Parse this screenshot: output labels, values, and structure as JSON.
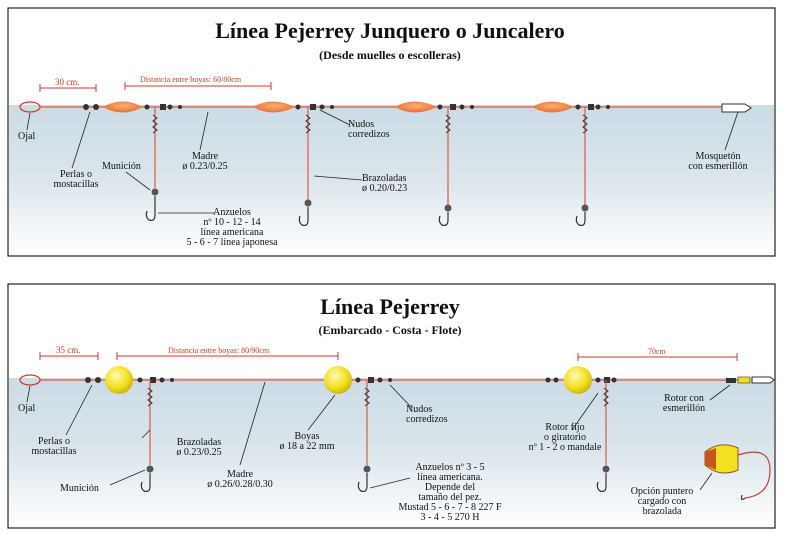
{
  "top": {
    "title": "Línea Pejerrey Junquero o Juncalero",
    "subtitle": "(Desde muelles o escolleras)",
    "dim_30": "30 cm.",
    "dim_boyas": "Distancia entre boyas: 60/80cm",
    "ojal": "Ojal",
    "perlas": [
      "Perlas o",
      "mostacillas"
    ],
    "municion": "Munición",
    "madre": [
      "Madre",
      "ø 0.23/0.25"
    ],
    "nudos": [
      "Nudos",
      "corredizos"
    ],
    "brazoladas": [
      "Brazoladas",
      "ø 0.20/0.23"
    ],
    "anzuelos": [
      "Anzuelos",
      "nº 10 - 12 - 14",
      "línea americana",
      "5 - 6 - 7 línea japonesa"
    ],
    "mosqueton": [
      "Mosquetón",
      "con esmerillón"
    ]
  },
  "bottom": {
    "title": "Línea Pejerrey",
    "subtitle": "(Embarcado - Costa - Flote)",
    "dim_35": "35 cm.",
    "dim_boyas": "Distancia entre boyas: 80/90cm",
    "dim_70": "70cm",
    "ojal": "Ojal",
    "perlas": [
      "Perlas o",
      "mostacillas"
    ],
    "brazoladas": [
      "Brazoladas",
      "ø 0.23/0.25"
    ],
    "municion": "Munición",
    "madre": [
      "Madre",
      "ø 0.26/0.28/0.30"
    ],
    "boyas": [
      "Boyas",
      "ø 18 a 22 mm"
    ],
    "nudos": [
      "Nudos",
      "corredizos"
    ],
    "anzuelos": [
      "Anzuelos nº 3 - 5",
      "línea americana.",
      "Depende del",
      "tamaño del pez.",
      "Mustad 5 - 6 - 7 - 8 227 F",
      "3 - 4 - 5 270 H"
    ],
    "rotor_fijo": [
      "Rotor fijo",
      "o giratorio",
      "nº 1 - 2 o mandale"
    ],
    "rotor_con": [
      "Rotor con",
      "esmerillón"
    ],
    "opcion": [
      "Opción puntero",
      "cargado con",
      "brazolada"
    ]
  },
  "colors": {
    "line": "#e05a3c",
    "float": "#ee7a3a",
    "ball": "#f3e020",
    "water": "#bcd0dc"
  }
}
